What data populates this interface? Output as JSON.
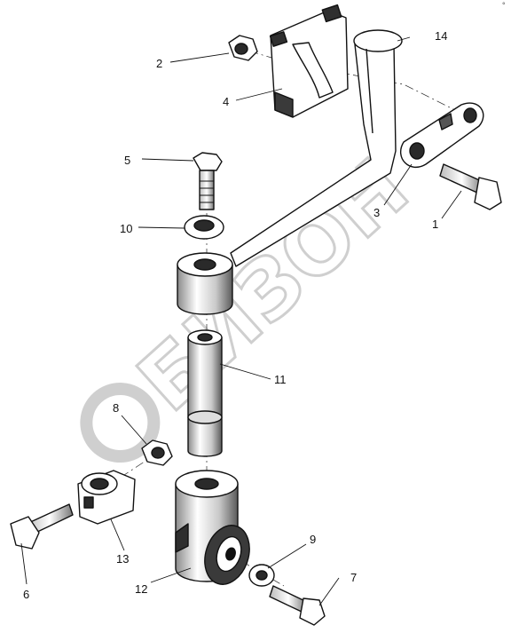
{
  "watermark": "БИЗОН",
  "corner_mark": "°",
  "callouts": {
    "c1": "1",
    "c2": "2",
    "c3": "3",
    "c4": "4",
    "c5": "5",
    "c6": "6",
    "c7": "7",
    "c8": "8",
    "c9": "9",
    "c10": "10",
    "c11": "11",
    "c12": "12",
    "c13": "13",
    "c14": "14"
  },
  "colors": {
    "ink": "#111111",
    "shade": "#3a3a3a",
    "light": "#e9e9e9",
    "watermark": "#cfcfcf"
  }
}
